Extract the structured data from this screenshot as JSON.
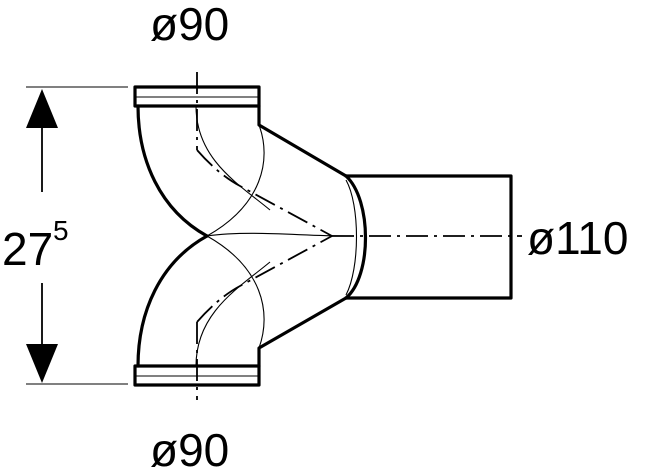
{
  "labels": {
    "top_diameter": "ø90",
    "bottom_diameter": "ø90",
    "outlet_diameter": "ø110",
    "height_main": "27",
    "height_sup": "5"
  },
  "colors": {
    "stroke": "#000000",
    "background": "#ffffff"
  },
  "icons": [
    "up-arrow-icon",
    "down-arrow-icon"
  ]
}
